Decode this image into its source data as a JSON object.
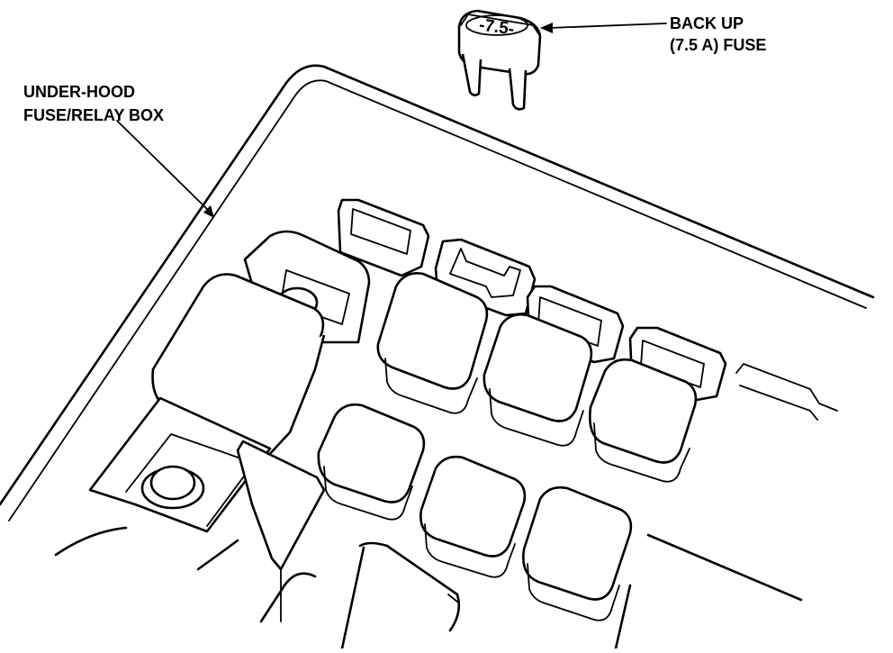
{
  "labels": {
    "fuse_line1": "BACK UP",
    "fuse_line2": "(7.5 A) FUSE",
    "box_line1": "UNDER-HOOD",
    "box_line2": "FUSE/RELAY BOX",
    "fuse_rating": "-7.5-"
  },
  "colors": {
    "ink": "#000000",
    "paper": "#ffffff"
  }
}
